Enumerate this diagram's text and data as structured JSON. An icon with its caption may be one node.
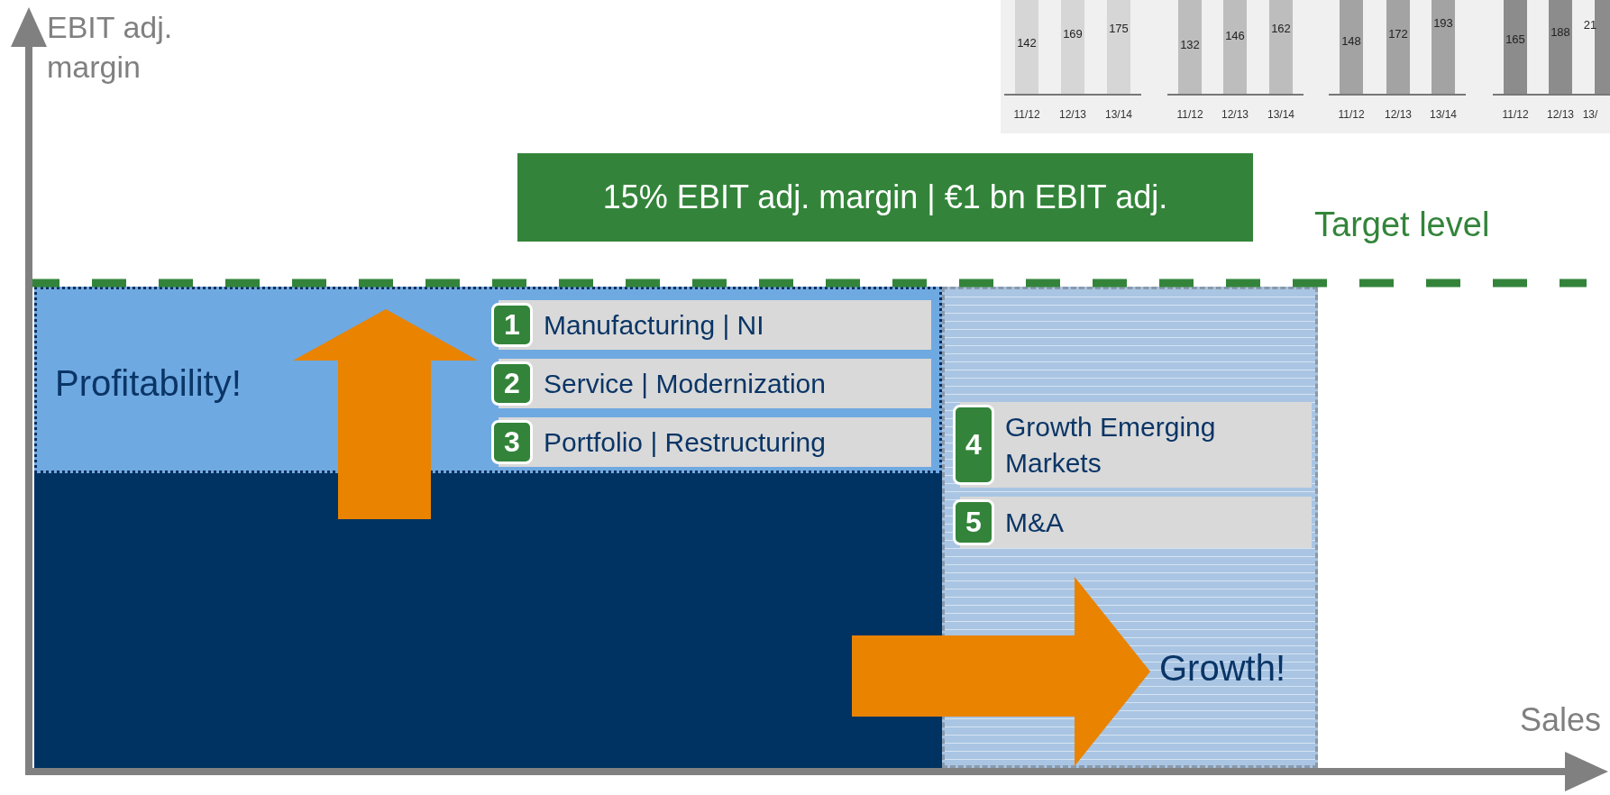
{
  "diagram": {
    "nodes": [
      {
        "text": [
          "15% EBIT adj. margin | €1 bn EBIT adj."
        ]
      },
      {
        "text": [
          "Profitability!"
        ]
      },
      {
        "text": [
          "1",
          "Manufacturing | NI"
        ],
        "in": 1
      },
      {
        "text": [
          "2",
          "Service | Modernization"
        ],
        "in": 1
      },
      {
        "text": [
          "3",
          "Portfolio | Restructuring"
        ],
        "in": 1
      },
      {
        "text": [],
        "shape": "box"
      },
      {
        "text": [
          "Growth!"
        ]
      },
      {
        "text": [
          "4",
          "Growth Emerging Markets"
        ],
        "in": 6
      },
      {
        "text": [
          "5",
          "M&A"
        ],
        "in": 6
      }
    ],
    "labels": [
      "EBIT adj. margin",
      "142",
      "169",
      "175",
      "132",
      "146",
      "162",
      "148",
      "172",
      "193",
      "165",
      "188",
      "21",
      "11/12",
      "12/13",
      "13/14",
      "11/12",
      "12/13",
      "13/14",
      "11/12",
      "12/13",
      "13/14",
      "11/12",
      "12/13",
      "13/",
      "Target level",
      "Sales"
    ]
  }
}
